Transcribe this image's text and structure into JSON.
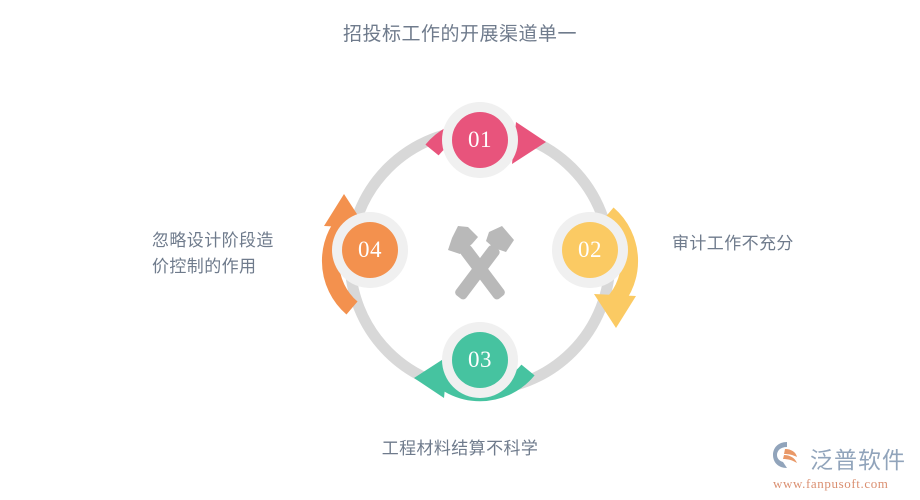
{
  "header": {
    "title": "招投标工作的开展渠道单一"
  },
  "diagram": {
    "type": "cycle",
    "center_icon": "crossed-hammer-pickaxe-icon",
    "ring_color": "#d8d8d8",
    "halo_color": "#f0f0f0",
    "text_color": "#6f7b8c",
    "nodes": [
      {
        "number": "01",
        "position": "top",
        "color": "#e8547c",
        "arrow": "arc-arrow-clockwise-top",
        "label": ""
      },
      {
        "number": "02",
        "position": "right",
        "color": "#fbca63",
        "arrow": "arc-arrow-down-right",
        "label": "审计工作不充分"
      },
      {
        "number": "03",
        "position": "bottom",
        "color": "#46c3a0",
        "arrow": "arc-arrow-left-bottom",
        "label": "工程材料结算不科学"
      },
      {
        "number": "04",
        "position": "left",
        "color": "#f3914e",
        "arrow": "arc-arrow-up-left",
        "label_line1": "忽略设计阶段造",
        "label_line2": "价控制的作用"
      }
    ]
  },
  "watermark": {
    "brand": "泛普软件",
    "url": "www.fanpusoft.com",
    "logo_icon": "fanpu-swoosh-logo-icon",
    "brand_color": "#8ca0b8",
    "url_color": "#d98a6a"
  }
}
